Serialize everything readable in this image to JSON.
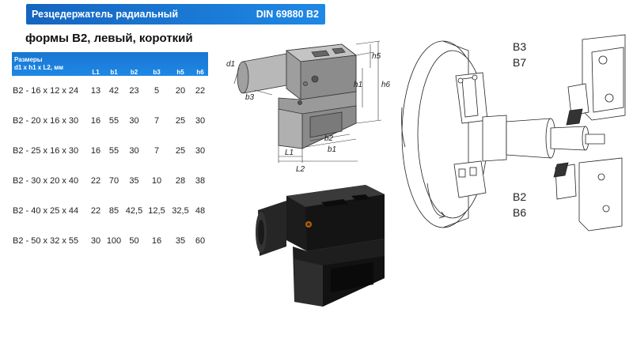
{
  "header": {
    "title": "Резцедержатель радиальный",
    "standard": "DIN 69880 B2"
  },
  "subtitle": "формы В2, левый, короткий",
  "table": {
    "col_header_line1": "Размеры",
    "col_header_line2": "d1 x h1 x L2, мм",
    "columns": [
      "L1",
      "b1",
      "b2",
      "b3",
      "h5",
      "h6"
    ],
    "rows": [
      {
        "name": "B2 - 16 x 12 x 24",
        "L1": "13",
        "b1": "42",
        "b2": "23",
        "b3": "5",
        "h5": "20",
        "h6": "22"
      },
      {
        "name": "B2 - 20 x 16 x 30",
        "L1": "16",
        "b1": "55",
        "b2": "30",
        "b3": "7",
        "h5": "25",
        "h6": "30"
      },
      {
        "name": "B2 - 25 x 16 x 30",
        "L1": "16",
        "b1": "55",
        "b2": "30",
        "b3": "7",
        "h5": "25",
        "h6": "30"
      },
      {
        "name": "B2 - 30 x 20 x 40",
        "L1": "22",
        "b1": "70",
        "b2": "35",
        "b3": "10",
        "h5": "28",
        "h6": "38"
      },
      {
        "name": "B2 - 40 x 25 x 44",
        "L1": "22",
        "b1": "85",
        "b2": "42,5",
        "b3": "12,5",
        "h5": "32,5",
        "h6": "48"
      },
      {
        "name": "B2 - 50 x 32 x 55",
        "L1": "30",
        "b1": "100",
        "b2": "50",
        "b3": "16",
        "h5": "35",
        "h6": "60"
      }
    ]
  },
  "diagram": {
    "labels": {
      "d1": "d1",
      "b3": "b3",
      "h5": "h5",
      "h1": "h1",
      "h6": "h6",
      "L1": "L1",
      "L2": "L2",
      "b2": "b2",
      "b1": "b1"
    }
  },
  "positions": {
    "top_upper": "B3",
    "top_lower": "B7",
    "bottom_upper": "B2",
    "bottom_lower": "B6"
  },
  "colors": {
    "header_bg": "#1976d2",
    "table_header_bg": "#1e88e5",
    "holder_gray": "#9e9e9e",
    "holder_black": "#1a1a1a"
  }
}
